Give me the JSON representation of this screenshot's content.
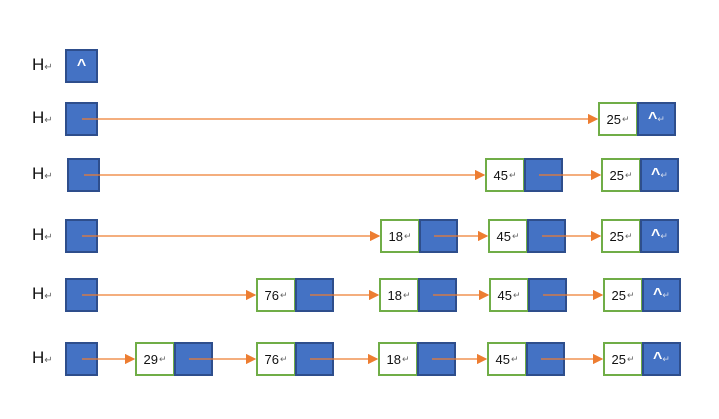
{
  "head_label": "H",
  "return_mark": "↵",
  "null_mark": "^",
  "colors": {
    "fill": "#4472c4",
    "node_border": "#70ad47",
    "arrow": "#ed7d31"
  },
  "rows": [
    {
      "values": []
    },
    {
      "values": [
        "25"
      ]
    },
    {
      "values": [
        "45",
        "25"
      ]
    },
    {
      "values": [
        "18",
        "45",
        "25"
      ]
    },
    {
      "values": [
        "76",
        "18",
        "45",
        "25"
      ]
    },
    {
      "values": [
        "29",
        "76",
        "18",
        "45",
        "25"
      ]
    }
  ]
}
